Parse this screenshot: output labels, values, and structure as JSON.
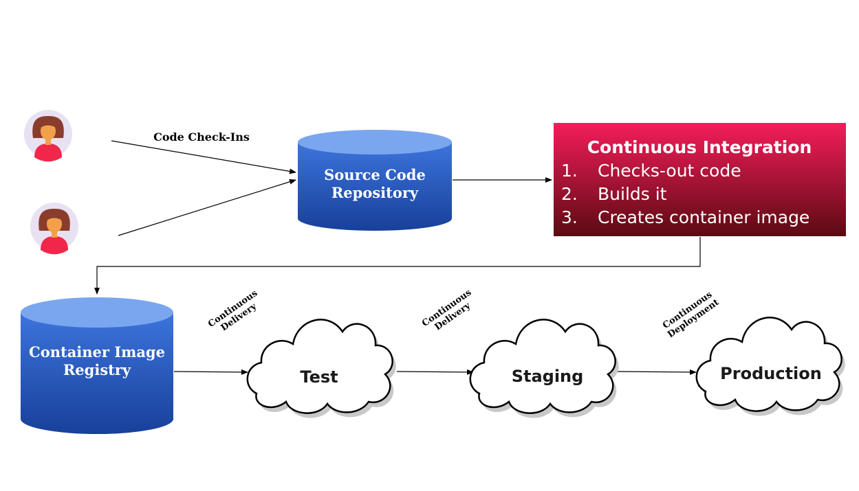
{
  "edge_labels": {
    "checkins": "Code Check-Ins",
    "delivery_1_line1": "Continuous",
    "delivery_1_line2": "Delivery",
    "delivery_2_line1": "Continuous",
    "delivery_2_line2": "Delivery",
    "deployment_line1": "Continuous",
    "deployment_line2": "Deployment"
  },
  "source_repo": {
    "line1": "Source Code",
    "line2": "Repository"
  },
  "registry": {
    "line1": "Container Image",
    "line2": "Registry"
  },
  "ci": {
    "title": "Continuous Integration",
    "steps": [
      {
        "num": "1.",
        "text": "Checks-out code"
      },
      {
        "num": "2.",
        "text": "Builds it"
      },
      {
        "num": "3.",
        "text": "Creates container image"
      }
    ]
  },
  "environments": {
    "test": "Test",
    "staging": "Staging",
    "production": "Production"
  },
  "icons": {
    "developer_1": "developer-avatar-icon",
    "developer_2": "developer-avatar-icon"
  },
  "colors": {
    "cylinder_top": "#7aa6ef",
    "cylinder_body_top": "#3d74dc",
    "cylinder_body_bottom": "#17409a",
    "ci_top": "#f41d5b",
    "ci_bottom": "#5b0a12",
    "avatar_bg": "#e8e1f2",
    "avatar_shirt": "#f0264a",
    "avatar_hair": "#8a3d2c",
    "avatar_skin": "#f3a04a"
  }
}
